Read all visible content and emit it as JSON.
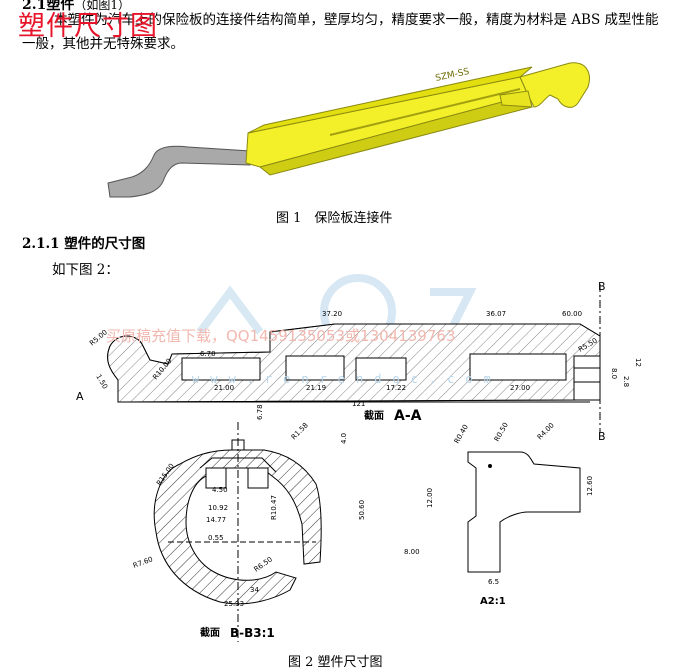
{
  "header": {
    "heading": "2.1塑件",
    "heading_sub": "（如图1）",
    "overlay_title": "塑件尺寸图"
  },
  "paragraph": "本塑件为汽车上的保险板的连接件结构简单，壁厚均匀，精度要求一般，精度为材料是 ABS 成型性能一般，其他并无特殊要求。",
  "figure1": {
    "caption": "图 1　保险板连接件",
    "part_label": "SZM-SS"
  },
  "section": {
    "title": "2.1.1 塑件的尺寸图",
    "intro": "如下图 2："
  },
  "watermark": {
    "text": "买原稿充值下载，QQ1459135053或1304139763",
    "url": "www.renrendoc.com"
  },
  "figure2": {
    "caption": "图 2 塑件尺寸图",
    "section_aa": {
      "label_a_left": "A",
      "label_b_top": "B",
      "label_b_bottom": "B",
      "title_prefix": "截面",
      "title": "A-A",
      "dims": [
        "R5.00",
        "6.70",
        "37.20",
        "36.07",
        "60.00",
        "R5.50",
        "1.50",
        "R10.00",
        "21.00",
        "21.19",
        "17.22",
        "27.00",
        "121",
        "12",
        "2.8",
        "8.0"
      ]
    },
    "section_bb": {
      "title_prefix": "截面",
      "title": "B-B3:1",
      "dims": [
        "6.78",
        "R1.58",
        "4.0",
        "R15.00",
        "4.50",
        "10.92",
        "14.77",
        "R10.47",
        "50.60",
        "0.55",
        "R7.60",
        "R6.50",
        "34",
        "25.33"
      ]
    },
    "section_a": {
      "title": "A2:1",
      "dims": [
        "R0.40",
        "R0.50",
        "R4.00",
        "12.00",
        "12.60",
        "8.00",
        "6.5"
      ]
    }
  }
}
